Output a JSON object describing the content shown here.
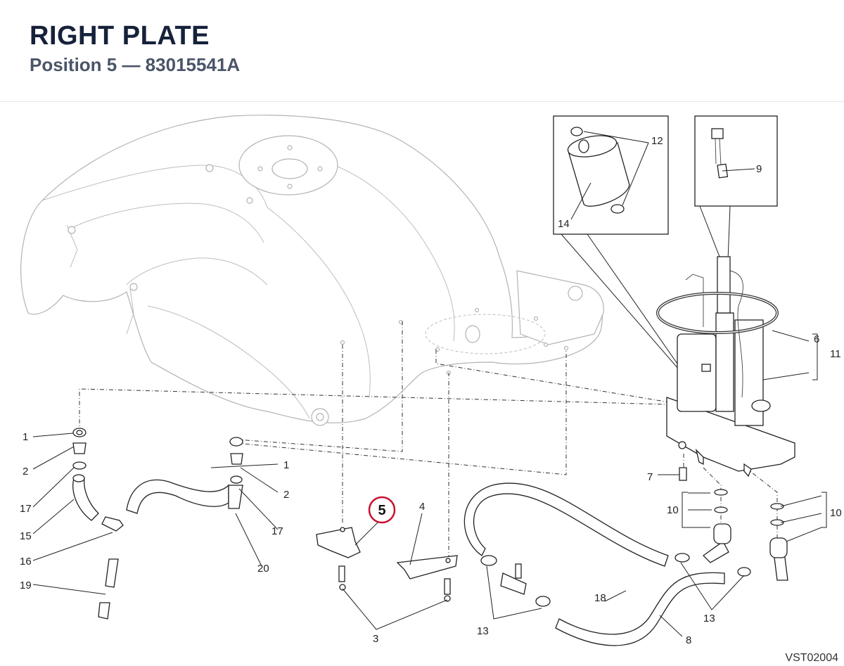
{
  "header": {
    "title": "RIGHT PLATE",
    "subtitle": "Position 5 — 83015541A"
  },
  "diagram": {
    "drawing_code": "VST02004",
    "highlighted_label": "5",
    "highlight_color": "#c8102e",
    "labels": {
      "l1a": "1",
      "l1b": "1",
      "l2a": "2",
      "l2b": "2",
      "l3": "3",
      "l4": "4",
      "l6": "6",
      "l7": "7",
      "l8": "8",
      "l9": "9",
      "l10a": "10",
      "l10b": "10",
      "l11": "11",
      "l12": "12",
      "l13a": "13",
      "l13b": "13",
      "l14": "14",
      "l15": "15",
      "l16": "16",
      "l17a": "17",
      "l17b": "17",
      "l18": "18",
      "l19": "19",
      "l20": "20"
    }
  }
}
